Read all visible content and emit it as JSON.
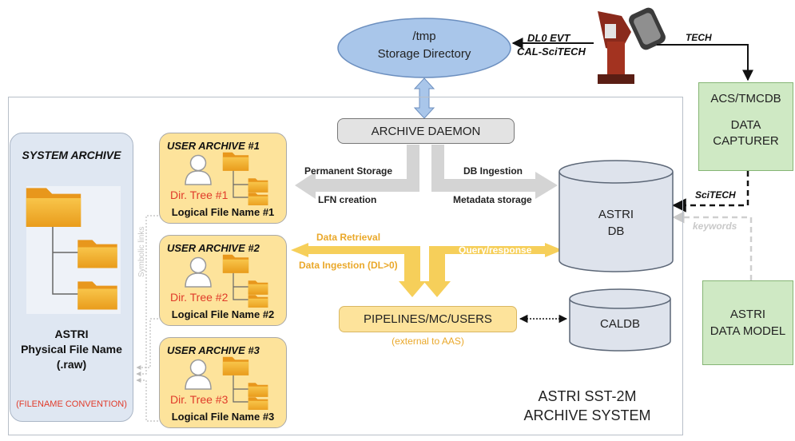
{
  "tmp_dir": {
    "line1": "/tmp",
    "line2": "Storage Directory"
  },
  "telescope": {
    "input_line1": "DL0 EVT",
    "input_line2": "CAL-SciTECH",
    "tech_label": "TECH"
  },
  "archive_daemon": {
    "label": "ARCHIVE DAEMON"
  },
  "system_archive": {
    "title": "SYSTEM ARCHIVE",
    "name_line1": "ASTRI",
    "name_line2": "Physical File Name",
    "name_line3": "(.raw)",
    "convention": "(FILENAME CONVENTION)"
  },
  "symbolic_links": "Symbolic links",
  "user_archives": [
    {
      "title": "USER  ARCHIVE #1",
      "tree": "Dir. Tree #1",
      "lfn": "Logical File Name #1"
    },
    {
      "title": "USER  ARCHIVE #2",
      "tree": "Dir. Tree #2",
      "lfn": "Logical File Name #2"
    },
    {
      "title": "USER  ARCHIVE #3",
      "tree": "Dir. Tree #3",
      "lfn": "Logical File Name #3"
    }
  ],
  "flows": {
    "permanent_storage": "Permanent Storage",
    "lfn_creation": "LFN creation",
    "db_ingestion": "DB Ingestion",
    "metadata_storage": "Metadata storage",
    "data_retrieval": "Data Retrieval",
    "data_ingestion": "Data Ingestion (DL>0)",
    "query_response": "Query/response"
  },
  "astri_db": {
    "line1": "ASTRI",
    "line2": "DB"
  },
  "caldb": {
    "label": "CALDB"
  },
  "pipelines": {
    "label": "PIPELINES/MC/USERS",
    "note": "(external to AAS)"
  },
  "acs": {
    "line1": "ACS/TMCDB",
    "line2": "DATA",
    "line3": "CAPTURER"
  },
  "data_model": {
    "line1": "ASTRI",
    "line2": "DATA MODEL"
  },
  "scitech_label": "SciTECH",
  "keywords_label": "keywords",
  "system_title": {
    "line1": "ASTRI SST-2M",
    "line2": "ARCHIVE SYSTEM"
  },
  "colors": {
    "user_archive_fill": "#fde39b",
    "system_archive_fill": "#dfe7f2",
    "green_box": "#cfe9c4",
    "flow_yellow": "#f6cf5a",
    "flow_grey": "#d4d4d4",
    "label_red": "#e03b2a",
    "label_orange": "#eaa82a",
    "tmp_blue": "#a9c6ea"
  }
}
